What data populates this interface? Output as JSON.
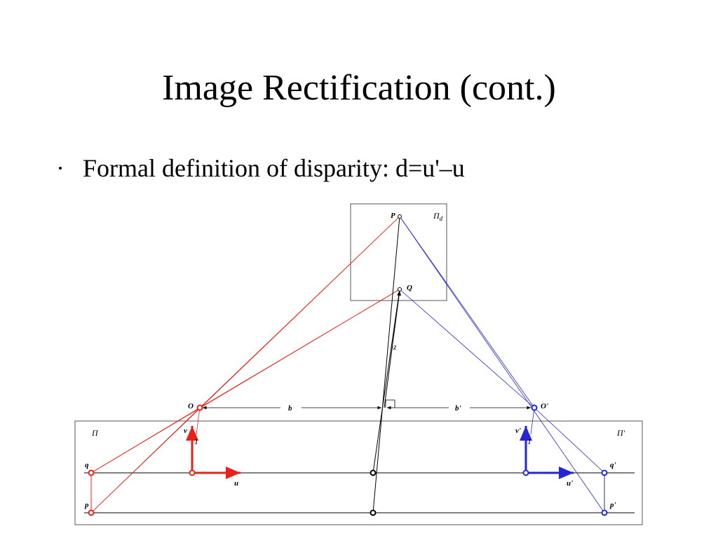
{
  "slide": {
    "title": "Image Rectification (cont.)",
    "bullet": "Formal definition of disparity: d=u'–u"
  },
  "diagram": {
    "labels": {
      "P": "P",
      "Q": "Q",
      "pi_d": "Π",
      "pi_d_sub": "d",
      "z": "-z",
      "O": "O",
      "O_prime": "O'",
      "b": "b",
      "b_prime": "b'",
      "pi_left": "Π",
      "pi_right": "Π'",
      "v": "v",
      "v_prime": "v'",
      "one_left": "1",
      "one_right": "1",
      "u": "u",
      "u_prime": "u'",
      "q": "q",
      "q_prime": "q'",
      "p": "p",
      "p_prime": "p'"
    },
    "colors": {
      "left_camera": "#e8221a",
      "right_camera": "#2426d6",
      "lines": "#000000",
      "frame": "#555555"
    }
  }
}
